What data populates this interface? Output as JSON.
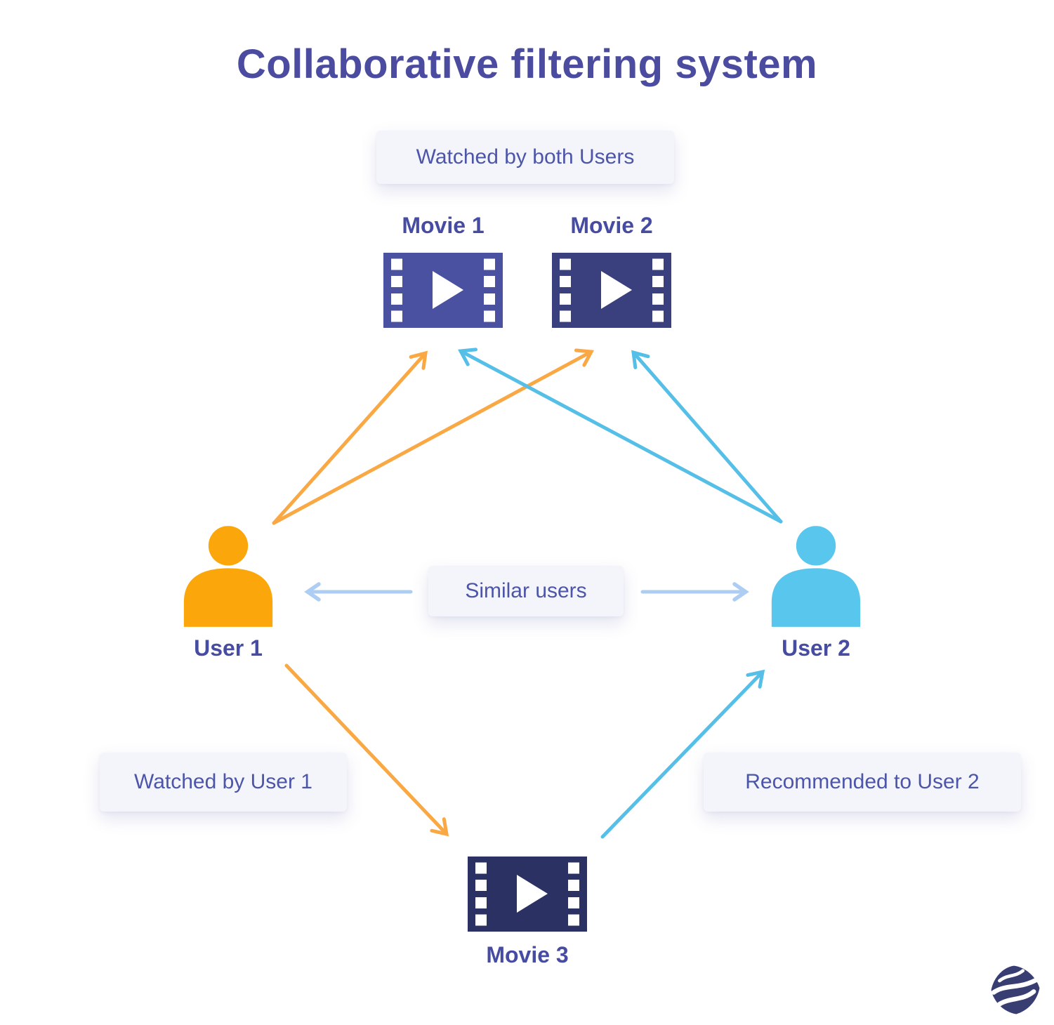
{
  "title": "Collaborative filtering system",
  "annotations": {
    "watched_both": "Watched by both Users",
    "similar_users": "Similar users",
    "watched_user1": "Watched by User 1",
    "recommended_user2": "Recommended to User 2"
  },
  "nodes": {
    "movie1": "Movie 1",
    "movie2": "Movie 2",
    "movie3": "Movie 3",
    "user1": "User 1",
    "user2": "User 2"
  },
  "edges": [
    {
      "from": "user1",
      "to": "movie1",
      "meaning": "watched by both users",
      "color_key": "arrow_orange"
    },
    {
      "from": "user1",
      "to": "movie2",
      "meaning": "watched by both users",
      "color_key": "arrow_orange"
    },
    {
      "from": "user2",
      "to": "movie1",
      "meaning": "watched by both users",
      "color_key": "arrow_blue"
    },
    {
      "from": "user2",
      "to": "movie2",
      "meaning": "watched by both users",
      "color_key": "arrow_blue"
    },
    {
      "from": "user1",
      "to": "movie3",
      "meaning": "watched by user 1",
      "color_key": "arrow_orange"
    },
    {
      "from": "movie3",
      "to": "user2",
      "meaning": "recommended to user 2",
      "color_key": "arrow_blue"
    },
    {
      "from": "similar_users",
      "to": "user1",
      "meaning": "similar users",
      "color_key": "arrow_pale"
    },
    {
      "from": "similar_users",
      "to": "user2",
      "meaning": "similar users",
      "color_key": "arrow_pale"
    }
  ],
  "colors": {
    "title": "#4B4CA0",
    "label_text": "#4C55A8",
    "node_label": "#474CA3",
    "box_bg": "#F3F5FB",
    "movie1": "#4A51A0",
    "movie2": "#3A3F7D",
    "movie3": "#2B3163",
    "user1": "#FBA70B",
    "user2": "#58C6ED",
    "arrow_orange": "#FAA843",
    "arrow_blue": "#55BFE8",
    "arrow_pale": "#AECDF2",
    "logo": "#383E72"
  }
}
